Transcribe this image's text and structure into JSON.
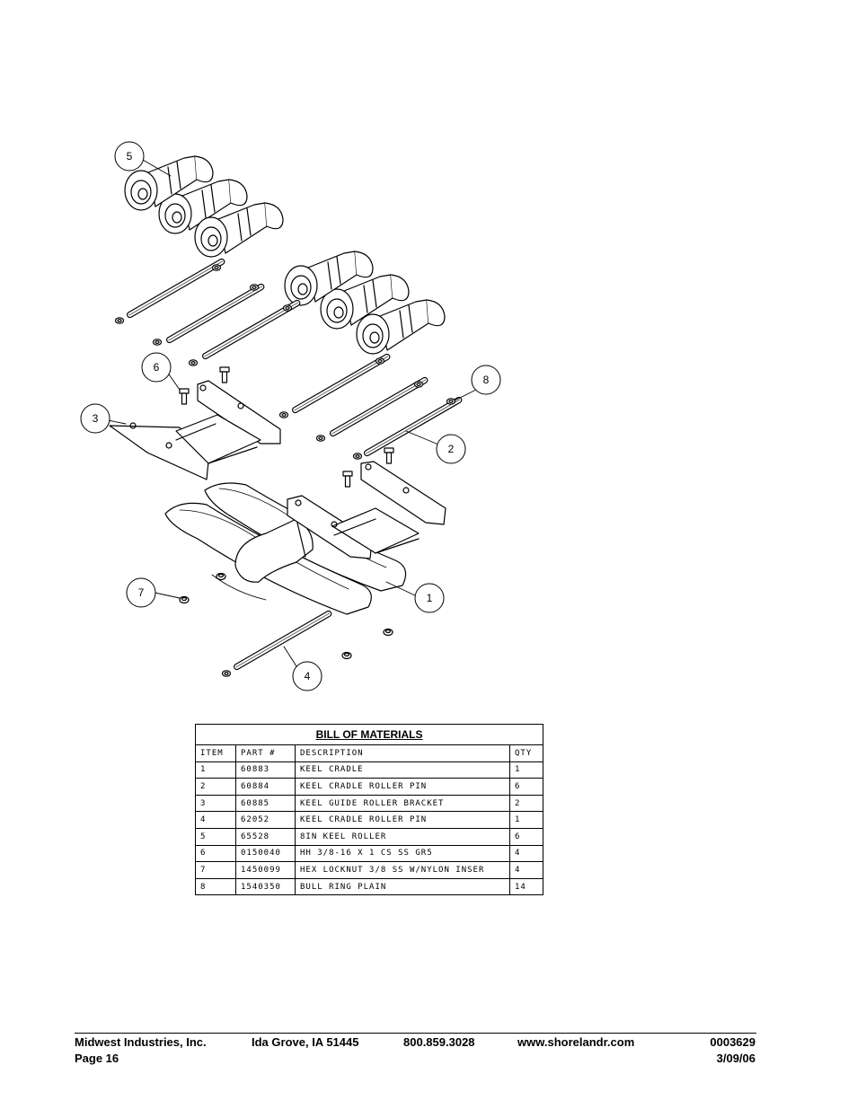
{
  "callouts": [
    "5",
    "6",
    "3",
    "8",
    "2",
    "7",
    "1",
    "4"
  ],
  "bom": {
    "title": "BILL OF MATERIALS",
    "columns": [
      "ITEM",
      "PART #",
      "DESCRIPTION",
      "QTY"
    ],
    "rows": [
      {
        "item": "1",
        "part": "60883",
        "description": "KEEL CRADLE",
        "qty": "1"
      },
      {
        "item": "2",
        "part": "60884",
        "description": "KEEL CRADLE ROLLER PIN",
        "qty": "6"
      },
      {
        "item": "3",
        "part": "60885",
        "description": "KEEL GUIDE ROLLER BRACKET",
        "qty": "2"
      },
      {
        "item": "4",
        "part": "62052",
        "description": "KEEL CRADLE ROLLER PIN",
        "qty": "1"
      },
      {
        "item": "5",
        "part": "65528",
        "description": "8IN KEEL ROLLER",
        "qty": "6"
      },
      {
        "item": "6",
        "part": "0150040",
        "description": "HH 3/8-16 X 1 CS SS GR5",
        "qty": "4"
      },
      {
        "item": "7",
        "part": "1450099",
        "description": "HEX LOCKNUT 3/8 SS W/NYLON INSER",
        "qty": "4"
      },
      {
        "item": "8",
        "part": "1540350",
        "description": "BULL RING PLAIN",
        "qty": "14"
      }
    ]
  },
  "footer": {
    "company": "Midwest Industries, Inc.",
    "location": "Ida Grove, IA  51445",
    "phone": "800.859.3028",
    "website": "www.shorelandr.com",
    "doc_number": "0003629",
    "page": "Page 16",
    "date": "3/09/06"
  }
}
